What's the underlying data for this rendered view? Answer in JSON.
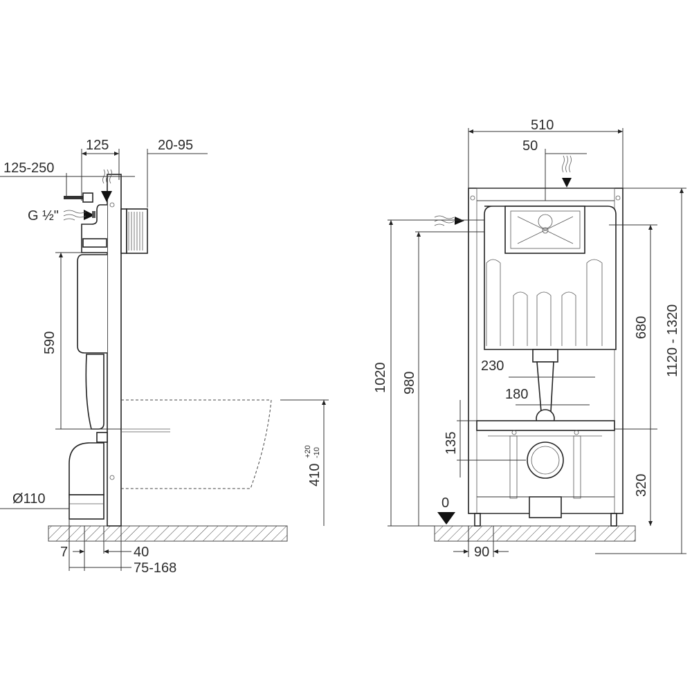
{
  "side_view": {
    "dims": {
      "d125": "125",
      "d20_95": "20-95",
      "d125_250": "125-250",
      "g_half": "G ½\"",
      "d590": "590",
      "d110": "Ø110",
      "d7": "7",
      "d40": "40",
      "d75_168": "75-168",
      "d410": "410",
      "tol_plus": "+20",
      "tol_minus": "-10"
    }
  },
  "front_view": {
    "dims": {
      "d510": "510",
      "d50": "50",
      "d1020": "1020",
      "d980": "980",
      "d680": "680",
      "d1120_1320": "1120 - 1320",
      "d230": "230",
      "d180": "180",
      "d135": "135",
      "d320": "320",
      "d0": "0",
      "d90": "90"
    }
  }
}
